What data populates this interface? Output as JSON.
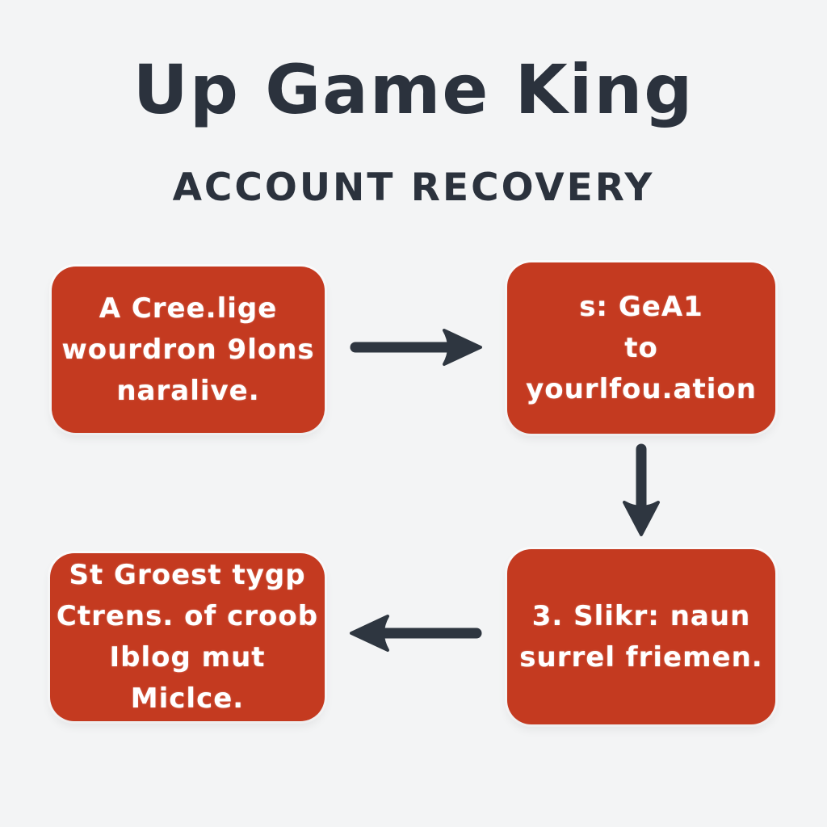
{
  "title": "Up Game King",
  "subtitle": "ACCOUNT RECOVERY",
  "colors": {
    "background": "#f3f4f5",
    "box": "#c43a20",
    "box_text": "#ffffff",
    "heading": "#2b323d",
    "arrow": "#2e3640"
  },
  "flow": {
    "boxes": [
      {
        "id": "step-1",
        "lines": [
          "A Cree.lige",
          "wourdron 9lons",
          "naralive."
        ]
      },
      {
        "id": "step-2",
        "lines": [
          "s: GeA1",
          "to yourlfou.ation"
        ]
      },
      {
        "id": "step-3",
        "lines": [
          "3. Slikr: naun",
          "surrel friemen."
        ]
      },
      {
        "id": "step-4",
        "lines": [
          "St Groest tygp",
          "Ctrens. of croob",
          "Iblog mut Miclce."
        ]
      }
    ],
    "arrows": [
      {
        "id": "arrow-1",
        "direction": "right",
        "from": "step-1",
        "to": "step-2"
      },
      {
        "id": "arrow-2",
        "direction": "down",
        "from": "step-2",
        "to": "step-3"
      },
      {
        "id": "arrow-3",
        "direction": "left",
        "from": "step-3",
        "to": "step-4"
      }
    ]
  }
}
